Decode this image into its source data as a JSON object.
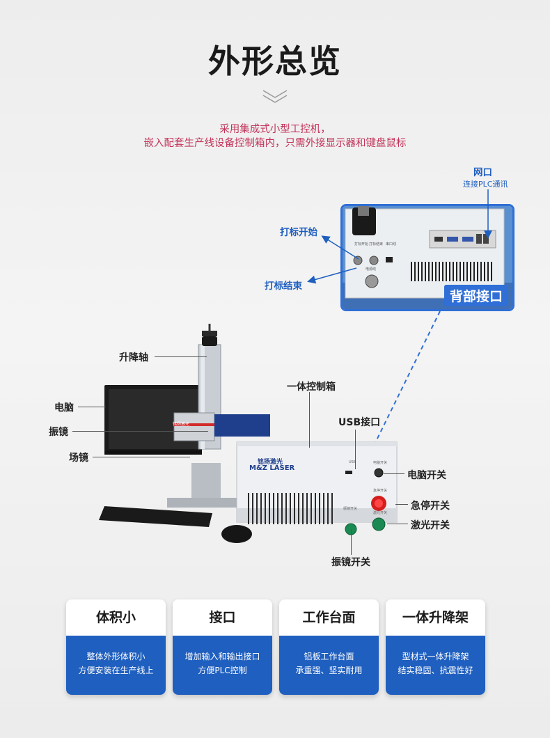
{
  "header": {
    "title": "外形总览",
    "subtitle_line1": "采用集成式小型工控机，",
    "subtitle_line2": "嵌入配套生产线设备控制箱内，只需外接显示器和键盘鼠标"
  },
  "back_panel": {
    "label": "背部接口",
    "network_title": "网口",
    "network_desc": "连接PLC通讯",
    "start_mark": "打标开始",
    "end_mark": "打标结束",
    "plate_labels": [
      "打标开始",
      "打标结束",
      "串口线",
      "电源线"
    ]
  },
  "machine": {
    "brand_cn": "铭扬激光",
    "brand_en": "M&Z LASER",
    "head_brand": "铭扬激光",
    "small_labels": {
      "usb": "USB",
      "pc_switch": "电脑开关",
      "estop": "急停开关",
      "galvo": "振镜开关",
      "laser": "激光开关"
    }
  },
  "callouts": {
    "lift_axis": "升降轴",
    "computer": "电脑",
    "galvo": "振镜",
    "field_lens": "场镜",
    "control_box": "一体控制箱",
    "usb_port": "USB接口",
    "pc_switch": "电脑开关",
    "estop_switch": "急停开关",
    "laser_switch": "激光开关",
    "galvo_switch": "振镜开关"
  },
  "features": [
    {
      "title": "体积小",
      "line1": "整体外形体积小",
      "line2": "方便安装在生产线上"
    },
    {
      "title": "接口",
      "line1": "增加输入和输出接口",
      "line2": "方便PLC控制"
    },
    {
      "title": "工作台面",
      "line1": "铝板工作台面",
      "line2": "承重强、坚实耐用"
    },
    {
      "title": "一体升降架",
      "line1": "型材式一体升降架",
      "line2": "结实稳固、抗震性好"
    }
  ],
  "colors": {
    "accent_blue": "#1f5fbf",
    "subtitle_pink": "#c2345a"
  }
}
